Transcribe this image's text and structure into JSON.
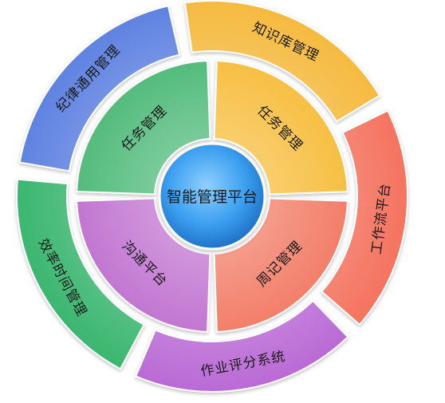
{
  "center": {
    "label": "智能管理平台",
    "color": "#2f8fe6"
  },
  "inner_ring": [
    {
      "id": "task-mgmt-green",
      "label": "任务管理",
      "color": "#2fae60"
    },
    {
      "id": "task-mgmt-orange",
      "label": "任务管理",
      "color": "#f5b21c"
    },
    {
      "id": "weekly-notes",
      "label": "周记管理",
      "color": "#f0644a"
    },
    {
      "id": "communication",
      "label": "沟通平台",
      "color": "#b55ac8"
    }
  ],
  "outer_ring": [
    {
      "id": "discipline",
      "label": "纪律通用管理",
      "color": "#5b7fe0"
    },
    {
      "id": "knowledge",
      "label": "知识库管理",
      "color": "#f5b83a"
    },
    {
      "id": "workflow",
      "label": "工作流平台",
      "color": "#f46f5a"
    },
    {
      "id": "grading",
      "label": "作业评分系统",
      "color": "#b866d4"
    },
    {
      "id": "efficiency",
      "label": "效率时间管理",
      "color": "#35b46b"
    }
  ]
}
